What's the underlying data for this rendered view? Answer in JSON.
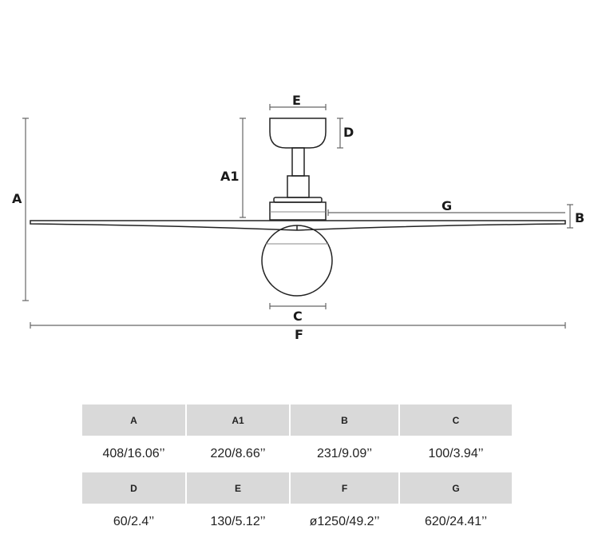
{
  "diagram": {
    "labels": {
      "A": "A",
      "A1": "A1",
      "B": "B",
      "C": "C",
      "D": "D",
      "E": "E",
      "F": "F",
      "G": "G"
    }
  },
  "table": {
    "rows": [
      {
        "headers": [
          "A",
          "A1",
          "B",
          "C"
        ],
        "values": [
          "408/16.06’’",
          "220/8.66’’",
          "231/9.09’’",
          "100/3.94’’"
        ]
      },
      {
        "headers": [
          "D",
          "E",
          "F",
          "G"
        ],
        "values": [
          "60/2.4’’",
          "130/5.12’’",
          "ø1250/49.2’’",
          "620/24.41’’"
        ]
      }
    ]
  }
}
